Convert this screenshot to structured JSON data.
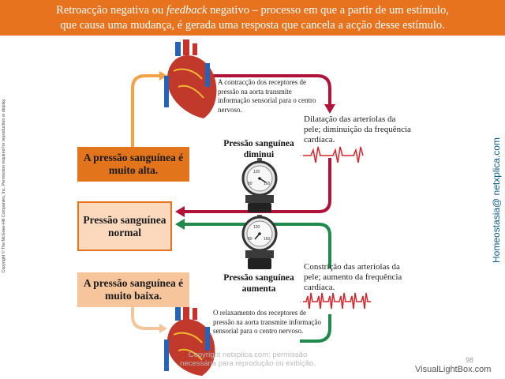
{
  "header": {
    "line1_before": "Retroacção negativa ou ",
    "line1_italic": "feedback",
    "line1_after": " negativo – processo em que a partir de um estímulo,",
    "line2": "que causa uma mudança, é gerada uma resposta que cancela a acção desse estímulo."
  },
  "side_copyright": "Copyright © The McGraw-Hill Companies, Inc. Permission required for reproduction or display.",
  "side_watermark": "Homeostasia@ netxplica.com",
  "boxes": {
    "high": "A pressão sanguínea é muito alta.",
    "normal": "Pressão sanguínea normal",
    "low": "A pressão sanguínea é muito baixa."
  },
  "labels": {
    "pressure_decreases": "Pressão sanguínea diminui",
    "pressure_increases": "Pressão sanguínea aumenta"
  },
  "texts": {
    "top_receptors": "A contracção dos receptores de pressão na aorta transmite informação sensorial para o centro nervoso.",
    "dilation": "Dilatação das arteríolas da pele; diminuição da frequência cardíaca.",
    "constriction": "Constrição das arteríolas da pele; aumento da frequência cardíaca.",
    "bottom_receptors": "O relaxamento dos receptores de pressão na aorta transmite informação sensorial para o centro nervoso."
  },
  "gauge_ticks": [
    "80",
    "120",
    "160"
  ],
  "footer": {
    "watermark_line1": "Copyright netxplica.com: permissão",
    "watermark_line2": "necessária para reprodução ou exibição.",
    "page_number": "98",
    "brand": "VisualLightBox.com"
  },
  "colors": {
    "header_bg": "#e8731f",
    "arrow_orange": "#f3a24a",
    "arrow_crimson": "#b0123a",
    "arrow_green": "#1f8a4c",
    "ecg_red": "#d9242b"
  }
}
